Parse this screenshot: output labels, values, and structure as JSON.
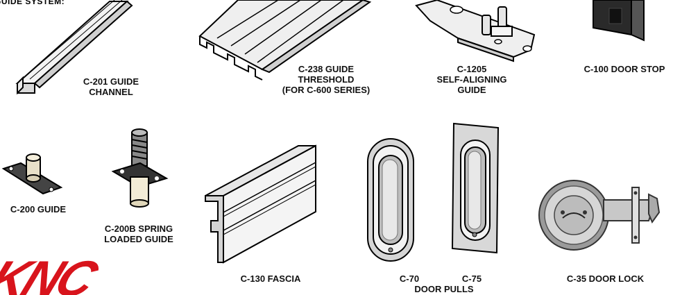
{
  "header": {
    "partial_text": "GUIDE SYSTEM:"
  },
  "products": [
    {
      "code": "c201",
      "line1": "C-201 GUIDE",
      "line2": "CHANNEL",
      "line3": ""
    },
    {
      "code": "c238",
      "line1": "C-238 GUIDE",
      "line2": "THRESHOLD",
      "line3": "(FOR C-600 SERIES)"
    },
    {
      "code": "c1205",
      "line1": "C-1205",
      "line2": "SELF-ALIGNING",
      "line3": "GUIDE"
    },
    {
      "code": "c100",
      "line1": "C-100 DOOR STOP",
      "line2": "",
      "line3": ""
    },
    {
      "code": "c200",
      "line1": "C-200 GUIDE",
      "line2": "",
      "line3": ""
    },
    {
      "code": "c200b",
      "line1": "C-200B SPRING",
      "line2": "LOADED GUIDE",
      "line3": ""
    },
    {
      "code": "c130",
      "line1": "C-130 FASCIA",
      "line2": "",
      "line3": ""
    },
    {
      "code": "c70",
      "line1": "C-70",
      "line2": "",
      "line3": ""
    },
    {
      "code": "c75",
      "line1": "C-75",
      "line2": "",
      "line3": ""
    },
    {
      "code": "c35",
      "line1": "C-35 DOOR LOCK",
      "line2": "",
      "line3": ""
    }
  ],
  "door_pulls_label": "DOOR PULLS",
  "logo": {
    "text": "KNC",
    "color": "#d8141c"
  }
}
